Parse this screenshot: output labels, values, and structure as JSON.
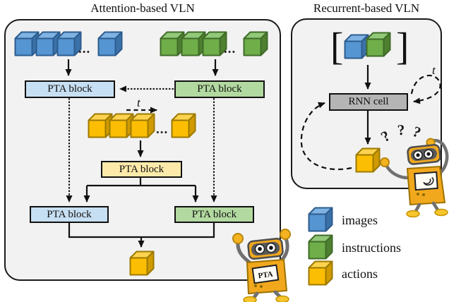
{
  "figure": {
    "left_title": "Attention-based VLN",
    "right_title": "Recurrent-based VLN"
  },
  "left_panel": {
    "pta_block_images": "PTA block",
    "pta_block_instructions": "PTA block",
    "pta_block_actions": "PTA block",
    "pta_block_bottom_images": "PTA block",
    "pta_block_bottom_instructions": "PTA block",
    "ellipsis": "...",
    "time_label": "t",
    "robot_chest_label": "PTA"
  },
  "right_panel": {
    "rnn_cell_label": "RNN cell",
    "time_label": "t",
    "bracket_left": "[",
    "bracket_right": "]",
    "question_marks": [
      "?",
      "?",
      "?"
    ]
  },
  "legend": {
    "items": [
      {
        "icon": "blue-cube",
        "label": "images",
        "color": "#5b9bd5"
      },
      {
        "icon": "green-cube",
        "label": "instructions",
        "color": "#70ad47"
      },
      {
        "icon": "yellow-cube",
        "label": "actions",
        "color": "#fcbe03"
      }
    ]
  },
  "colors": {
    "panel_background": "#f2f2f2",
    "pta_block_blue": "#c7dff2",
    "pta_block_green": "#b2d9a0",
    "pta_block_yellow": "#fdeaaa",
    "rnn_cell_gray": "#b5b5b5",
    "cube_blue": "#5b9bd5",
    "cube_green": "#70ad47",
    "cube_yellow": "#fcbe03",
    "outline": "#111111"
  }
}
